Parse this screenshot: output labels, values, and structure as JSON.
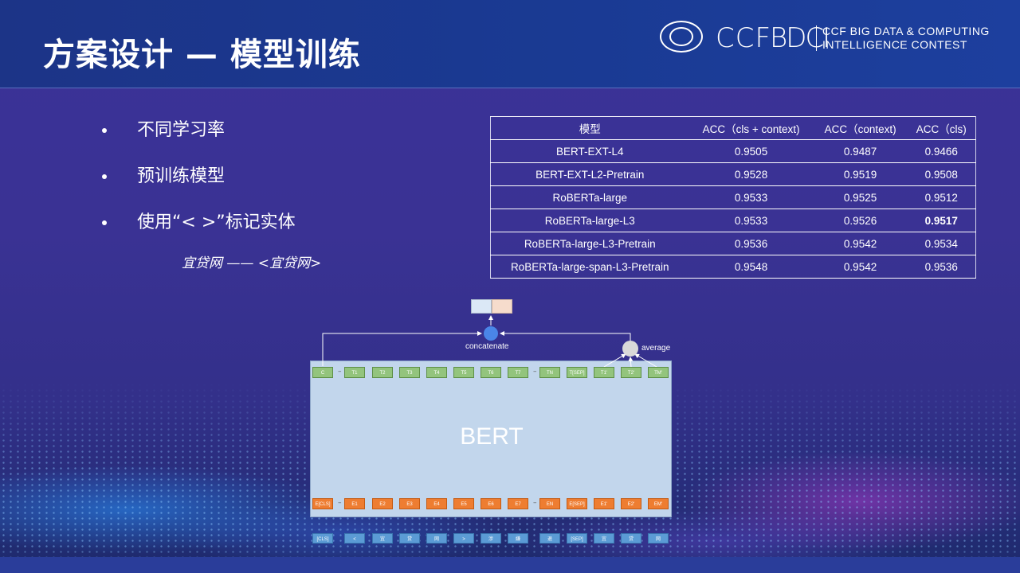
{
  "header": {
    "title": "方案设计 — 模型训练",
    "logo_ccf": "CCF",
    "logo_bdci": "BDCI",
    "logo_line1": "CCF BIG DATA & COMPUTING",
    "logo_line2": "INTELLIGENCE CONTEST"
  },
  "bullets": [
    {
      "text": "不同学习率"
    },
    {
      "text": "预训练模型"
    },
    {
      "text": "使用“< >”标记实体"
    }
  ],
  "example": "宜贷网 —— <宜贷网>",
  "table": {
    "headers": [
      "模型",
      "ACC（cls + context)",
      "ACC（context)",
      "ACC（cls)"
    ],
    "rows": [
      {
        "model": "BERT-EXT-L4",
        "a": "0.9505",
        "b": "0.9487",
        "c": "0.9466"
      },
      {
        "model": "BERT-EXT-L2-Pretrain",
        "a": "0.9528",
        "b": "0.9519",
        "c": "0.9508"
      },
      {
        "model": "RoBERTa-large",
        "a": "0.9533",
        "b": "0.9525",
        "c": "0.9512"
      },
      {
        "model": "RoBERTa-large-L3",
        "a": "0.9533",
        "b": "0.9526",
        "c": "0.9517"
      },
      {
        "model": "RoBERTa-large-L3-Pretrain",
        "a": "0.9536",
        "b": "0.9542",
        "c": "0.9534"
      },
      {
        "model": "RoBERTa-large-span-L3-Pretrain",
        "a": "0.9548",
        "b": "0.9542",
        "c": "0.9536"
      }
    ],
    "bold_cell": "row 4 ACC(cls)"
  },
  "diagram": {
    "bert_label": "BERT",
    "concat_label": "concatenate",
    "average_label": "average",
    "top_tokens": [
      "C",
      "T1",
      "T2",
      "T3",
      "T4",
      "T5",
      "T6",
      "T7",
      "TN",
      "T[SEP]",
      "T1'",
      "T2'",
      "TM'"
    ],
    "emb_tokens": [
      "E[CLS]",
      "E1",
      "E2",
      "E3",
      "E4",
      "E5",
      "E6",
      "E7",
      "EN",
      "E[SEP]",
      "E1'",
      "E2'",
      "EM'"
    ],
    "input_tokens": [
      "[CLS]",
      "<",
      "宜",
      "贷",
      "网",
      ">",
      "涉",
      "嫌",
      "退",
      "[SEP]",
      "宜",
      "贷",
      "网"
    ],
    "colors": {
      "top": "#93c47d",
      "emb": "#ee7d31",
      "input": "#5b9bd5",
      "bert_bg": "#c2d6ec",
      "concat_node": "#4a86e8",
      "avg_node": "#d9d9d9",
      "out_left": "#dbe8f6",
      "out_right": "#f6dccc"
    }
  }
}
